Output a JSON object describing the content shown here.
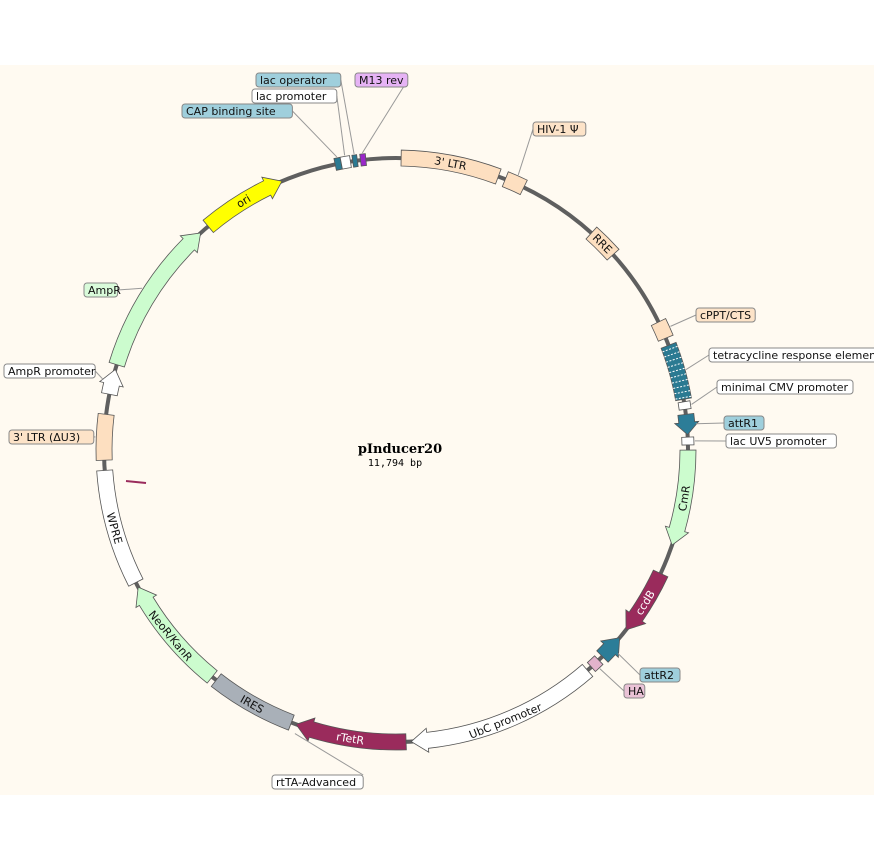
{
  "plasmid": {
    "name": "pInducer20",
    "length_label": "11,794 bp",
    "length_bp": 11794
  },
  "colors": {
    "backbone": "#5f5f5f",
    "background": "#fffaf1"
  },
  "features": [
    {
      "id": "ltr3",
      "name": "3' LTR",
      "start": 33,
      "end": 672,
      "kind": "box",
      "fill": "#fddfc0",
      "inner": true
    },
    {
      "id": "psi",
      "name": "HIV-1 Ψ",
      "start": 720,
      "end": 850,
      "kind": "box",
      "fill": "#fddfc0",
      "callout": true
    },
    {
      "id": "rre",
      "name": "RRE",
      "start": 1376,
      "end": 1573,
      "kind": "box",
      "fill": "#fddfc0",
      "inner": true
    },
    {
      "id": "cppt",
      "name": "cPPT/CTS",
      "start": 2097,
      "end": 2211,
      "kind": "box",
      "fill": "#fddfc0",
      "callout": true
    },
    {
      "id": "tre",
      "name": "tetracycline response element",
      "start": 2260,
      "end": 2621,
      "kind": "hatch",
      "fill": "#2b7a92",
      "callout": true
    },
    {
      "id": "mcmv",
      "name": "minimal CMV promoter",
      "start": 2637,
      "end": 2686,
      "kind": "thin",
      "fill": "#ffffff",
      "callout": true
    },
    {
      "id": "attr1",
      "name": "attR1",
      "start": 2719,
      "end": 2850,
      "kind": "arrow",
      "dir": 1,
      "fill": "#2c7d98",
      "callout": true
    },
    {
      "id": "lacuv5",
      "name": "lac UV5 promoter",
      "start": 2866,
      "end": 2916,
      "kind": "thin",
      "fill": "#ffffff",
      "callout": true
    },
    {
      "id": "cmr",
      "name": "CmR",
      "start": 2949,
      "end": 3571,
      "kind": "arrow",
      "dir": 1,
      "fill": "#ccfcce",
      "inner": true
    },
    {
      "id": "ccdb",
      "name": "ccdB",
      "start": 3768,
      "end": 4194,
      "kind": "arrow",
      "dir": 1,
      "fill": "#9a2b5c",
      "inner": true,
      "light": true
    },
    {
      "id": "attr2",
      "name": "attR2",
      "start": 4259,
      "end": 4423,
      "kind": "arrow",
      "dir": -1,
      "fill": "#2c7d98",
      "callout": true
    },
    {
      "id": "ha",
      "name": "HA",
      "start": 4456,
      "end": 4521,
      "kind": "thin",
      "fill": "#e2b3cc",
      "callout": true
    },
    {
      "id": "ubc",
      "name": "UbC promoter",
      "start": 4554,
      "end": 5799,
      "kind": "arrow",
      "dir": 1,
      "fill": "#ffffff",
      "inner": true
    },
    {
      "id": "rtetr",
      "name": "rTetR",
      "start": 5832,
      "end": 6553,
      "kind": "arrow",
      "dir": 1,
      "fill": "#9a2b5c",
      "inner": true,
      "light": true
    },
    {
      "id": "rtta",
      "name": "rtTA-Advanced",
      "start": 6520,
      "end": 6560,
      "kind": "none",
      "callout": true
    },
    {
      "id": "ires",
      "name": "IRES",
      "start": 6585,
      "end": 7142,
      "kind": "box",
      "fill": "#a9b0b8",
      "inner": true
    },
    {
      "id": "neor",
      "name": "NeoR/KanR",
      "start": 7175,
      "end": 7928,
      "kind": "arrow",
      "dir": 1,
      "fill": "#ccfcce",
      "inner": true
    },
    {
      "id": "wpre",
      "name": "WPRE",
      "start": 7961,
      "end": 8714,
      "kind": "box",
      "fill": "#ffffff",
      "inner": true
    },
    {
      "id": "ltr5",
      "name": "3' LTR (ΔU3)",
      "start": 8780,
      "end": 9075,
      "kind": "box",
      "fill": "#fddfc0",
      "callout": true
    },
    {
      "id": "amppro",
      "name": "AmpR promoter",
      "start": 9206,
      "end": 9370,
      "kind": "arrow",
      "dir": 1,
      "fill": "#ffffff",
      "callout": true
    },
    {
      "id": "ampr",
      "name": "AmpR",
      "start": 9402,
      "end": 10418,
      "kind": "arrow",
      "dir": 1,
      "fill": "#ccfcce",
      "callout": true
    },
    {
      "id": "ori",
      "name": "ori",
      "start": 10483,
      "end": 11041,
      "kind": "arrow",
      "dir": 1,
      "fill": "#ffff00",
      "inner": true
    },
    {
      "id": "cap",
      "name": "CAP binding site",
      "start": 11400,
      "end": 11440,
      "kind": "thin",
      "fill": "#2b7a92",
      "callout": true,
      "lfill": "#9fcfdc"
    },
    {
      "id": "lacp",
      "name": "lac promoter",
      "start": 11440,
      "end": 11500,
      "kind": "thin",
      "fill": "#ffffff",
      "callout": true
    },
    {
      "id": "laco",
      "name": "lac operator",
      "start": 11515,
      "end": 11545,
      "kind": "thin",
      "fill": "#2b7a92",
      "callout": true,
      "lfill": "#9fcfdc"
    },
    {
      "id": "m13",
      "name": "M13 rev",
      "start": 11565,
      "end": 11600,
      "kind": "thin",
      "fill": "#9a27c9",
      "callout": true,
      "lfill": "#e6b3f5"
    }
  ]
}
